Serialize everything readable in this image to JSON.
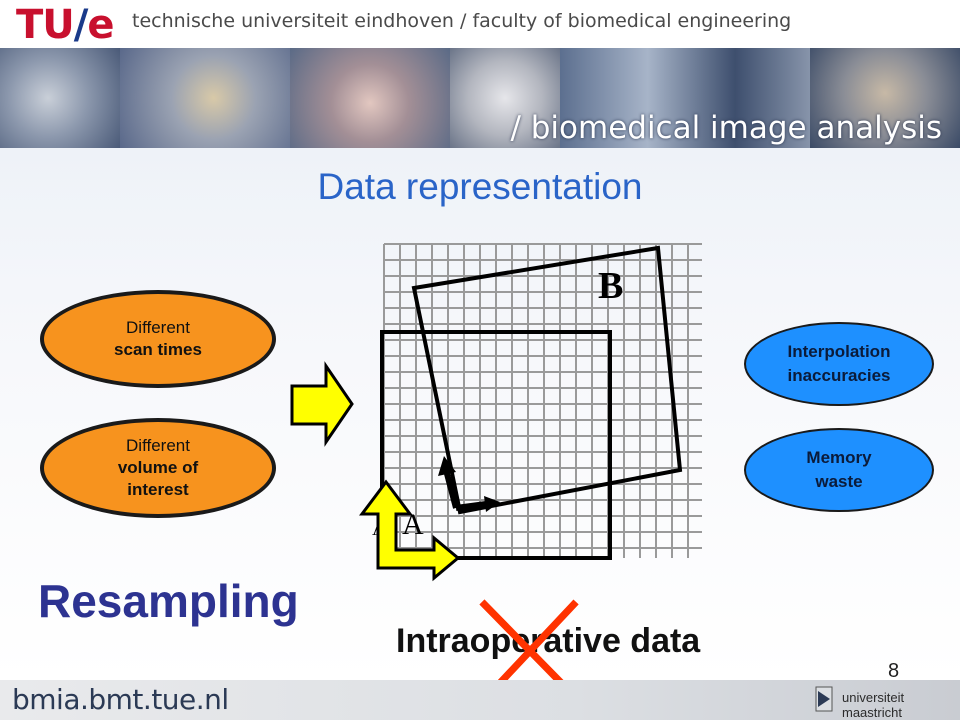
{
  "header": {
    "logo": {
      "main": "TU",
      "slash": "/",
      "end": "e"
    },
    "tagline": "technische universiteit eindhoven / faculty of biomedical engineering",
    "banner_title": "/ biomedical image analysis"
  },
  "slide": {
    "title": "Data representation",
    "left_ovals": [
      {
        "line1": "Different",
        "line2": "scan times"
      },
      {
        "line1": "Different",
        "line2": "volume of interest"
      }
    ],
    "right_ovals": [
      {
        "text": "Interpolation inaccuracies"
      },
      {
        "text": "Memory waste"
      }
    ],
    "grid_label_b": "B",
    "grid_label_a": "A",
    "grid_label_a_small": "A",
    "resampling": "Resampling",
    "intraoperative": "Intraoperative data",
    "page_number": "8"
  },
  "colors": {
    "title_blue": "#2a64c8",
    "orange": "#f7931e",
    "blue": "#1e90ff",
    "arrow_yellow": "#ffff00",
    "cross_red": "#ff3300",
    "resampling_navy": "#2d3391"
  },
  "footer": {
    "url": "bmia.bmt.tue.nl",
    "university": "universiteit maastricht"
  }
}
